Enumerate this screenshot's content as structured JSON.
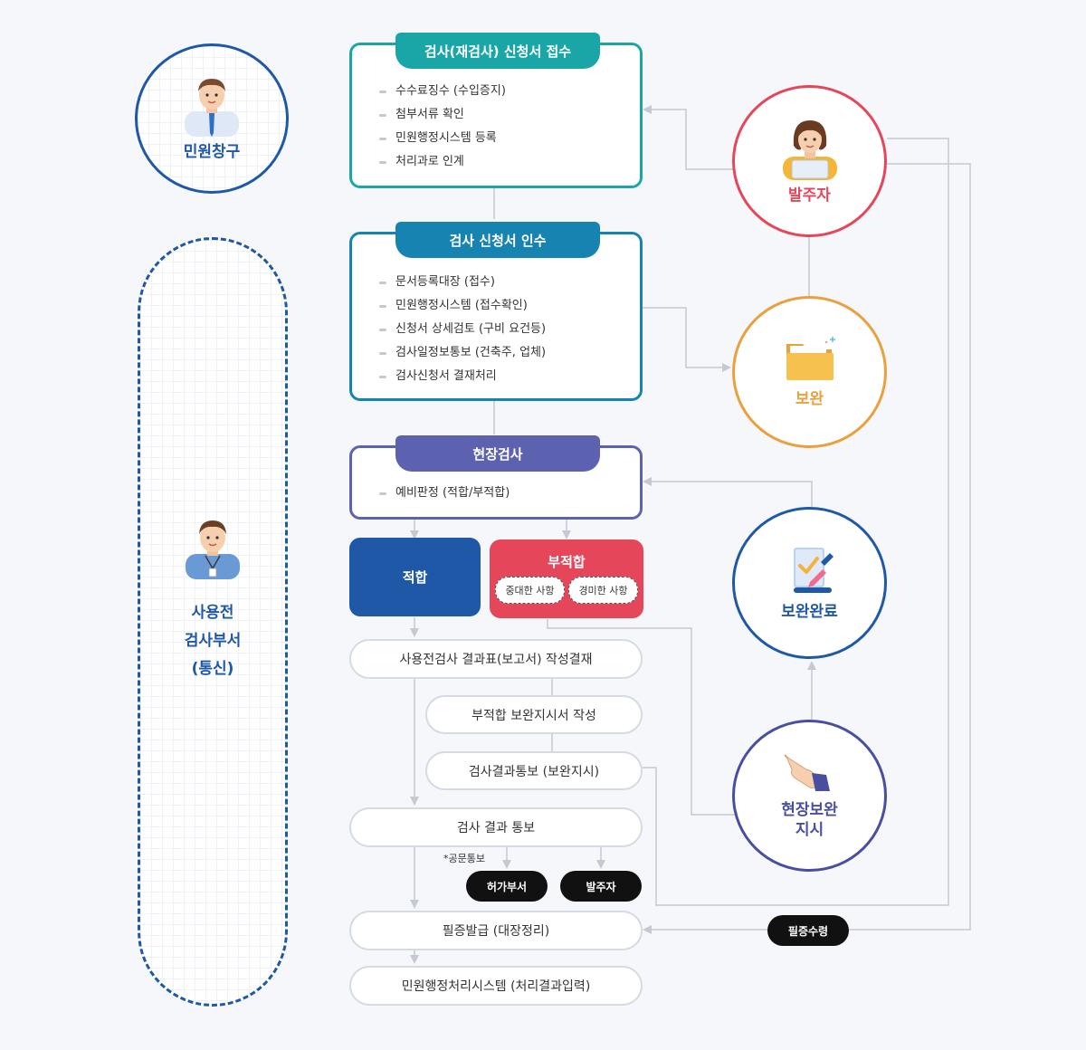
{
  "actors": {
    "window": "민원창구",
    "client": "발주자",
    "supplement": "보완",
    "supplement_done": "보완완료",
    "onsite_supplement": [
      "현장보완",
      "지시"
    ],
    "dept": [
      "사용전",
      "검사부서",
      "(통신)"
    ]
  },
  "step1": {
    "title": "검사(재검사) 신청서 접수",
    "items": [
      "수수료징수 (수입증지)",
      "첨부서류 확인",
      "민원행정시스템 등록",
      "처리과로 인계"
    ]
  },
  "step2": {
    "title": "검사 신청서 인수",
    "items": [
      "문서등록대장 (접수)",
      "민원행정시스템 (접수확인)",
      "신청서 상세검토 (구비 요건등)",
      "검사일정보통보 (건축주, 업체)",
      "검사신청서 결재처리"
    ]
  },
  "step3": {
    "title": "현장검사",
    "items": [
      "예비판정 (적합/부적합)"
    ]
  },
  "pass": "적합",
  "fail": {
    "title": "부적합",
    "major": "중대한 사항",
    "minor": "경미한 사항"
  },
  "flow": {
    "report": "사용전검사 결과표(보고서) 작성결재",
    "fail_instruction": "부적합 보완지시서 작성",
    "result_notice_supp": "검사결과통보 (보완지시)",
    "result_notice": "검사 결과 통보",
    "official_note": "*공문통보",
    "permit_dept": "허가부서",
    "client_tag": "발주자",
    "certificate": "필증발급 (대장정리)",
    "certificate_receipt": "필증수령",
    "system_entry": "민원행정처리시스템 (처리결과입력)"
  },
  "colors": {
    "navy": "#1e58a6",
    "teal": "#1aa6a6",
    "blue": "#1683b0",
    "purple": "#5c62b0",
    "red": "#e5465a",
    "orange": "#e9a03d",
    "indigo": "#4a4ea0"
  }
}
